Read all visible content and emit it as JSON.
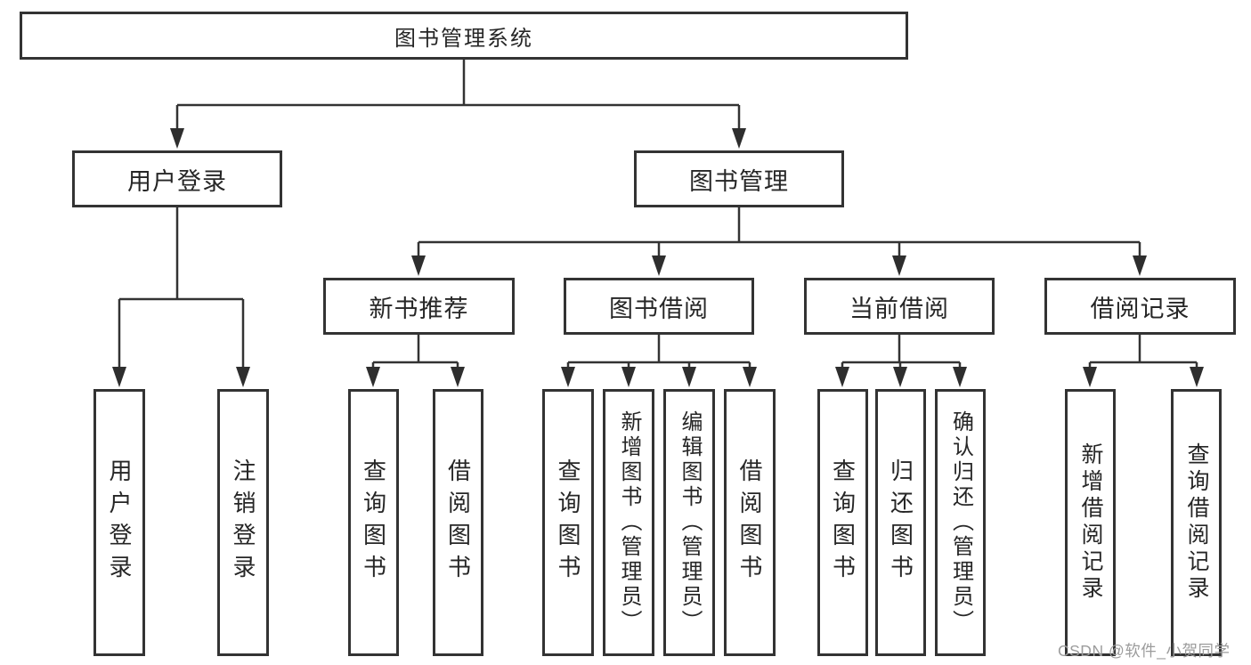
{
  "diagram": {
    "root": {
      "label": "图书管理系统"
    },
    "branches": [
      {
        "label": "用户登录",
        "children": [
          {
            "label": "用户登录"
          },
          {
            "label": "注销登录"
          }
        ]
      },
      {
        "label": "图书管理",
        "children": [
          {
            "label": "新书推荐",
            "children": [
              {
                "label": "查询图书"
              },
              {
                "label": "借阅图书"
              }
            ]
          },
          {
            "label": "图书借阅",
            "children": [
              {
                "label": "查询图书"
              },
              {
                "label": "新增图书（管理员）"
              },
              {
                "label": "编辑图书（管理员）"
              },
              {
                "label": "借阅图书"
              }
            ]
          },
          {
            "label": "当前借阅",
            "children": [
              {
                "label": "查询图书"
              },
              {
                "label": "归还图书"
              },
              {
                "label": "确认归还（管理员）"
              }
            ]
          },
          {
            "label": "借阅记录",
            "children": [
              {
                "label": "新增借阅记录"
              },
              {
                "label": "查询借阅记录"
              }
            ]
          }
        ]
      }
    ]
  },
  "watermark": {
    "text": "CSDN @软件_小贺同学"
  },
  "colors": {
    "line": "#333333",
    "box_border": "#333333",
    "text": "#262626",
    "watermark": "#9c9c9c",
    "background": "#ffffff"
  }
}
